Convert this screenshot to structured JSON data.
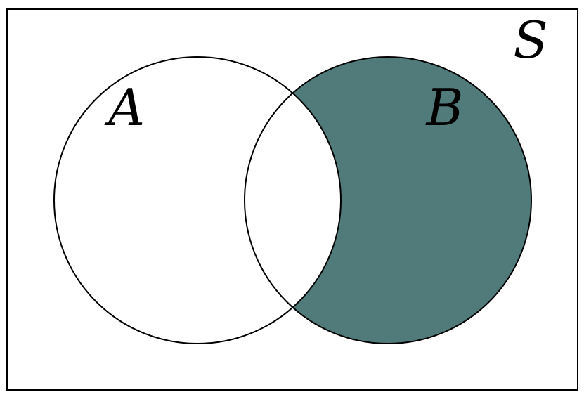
{
  "diagram": {
    "universe_label": "S",
    "sets": [
      {
        "label": "A",
        "shaded": false
      },
      {
        "label": "B",
        "shaded": true
      }
    ],
    "shaded_region": "B minus A",
    "colors": {
      "shade": "#517b7b",
      "stroke": "#000000",
      "background": "#ffffff"
    }
  }
}
